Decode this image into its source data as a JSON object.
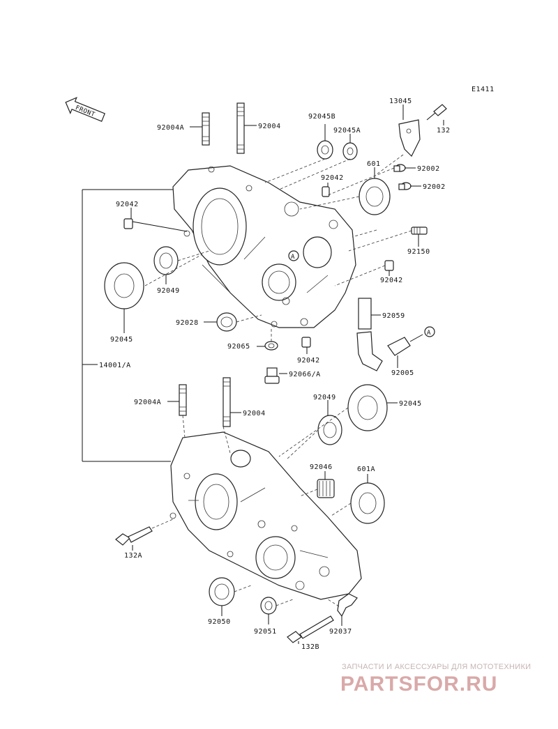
{
  "diagram": {
    "ref_code": "E1411",
    "front_label": "FRONT",
    "labels": {
      "l_92004A_top": "92004A",
      "l_92004_top": "92004",
      "l_92045B": "92045B",
      "l_92045A": "92045A",
      "l_13045": "13045",
      "l_132": "132",
      "l_92002_a": "92002",
      "l_92002_b": "92002",
      "l_601": "601",
      "l_92042_a": "92042",
      "l_92042_left": "92042",
      "l_92150": "92150",
      "l_92042_b": "92042",
      "l_92049_top": "92049",
      "l_92045_top": "92045",
      "l_92028": "92028",
      "l_92059": "92059",
      "l_92065": "92065",
      "l_92042_c": "92042",
      "l_A_mark": "A",
      "l_92005": "92005",
      "l_92066A": "92066/A",
      "l_14001A": "14001/A",
      "l_92004A_bot": "92004A",
      "l_92004_bot": "92004",
      "l_92049_bot": "92049",
      "l_92045_bot": "92045",
      "l_92046": "92046",
      "l_601A": "601A",
      "l_132A": "132A",
      "l_92050": "92050",
      "l_92051": "92051",
      "l_92037": "92037",
      "l_132B": "132B",
      "l_A_case": "A"
    }
  },
  "watermark": {
    "tagline": "ЗАПЧАСТИ И АКСЕССУАРЫ ДЛЯ МОТОТЕХНИКИ",
    "logo": "PARTSFOR.RU"
  }
}
